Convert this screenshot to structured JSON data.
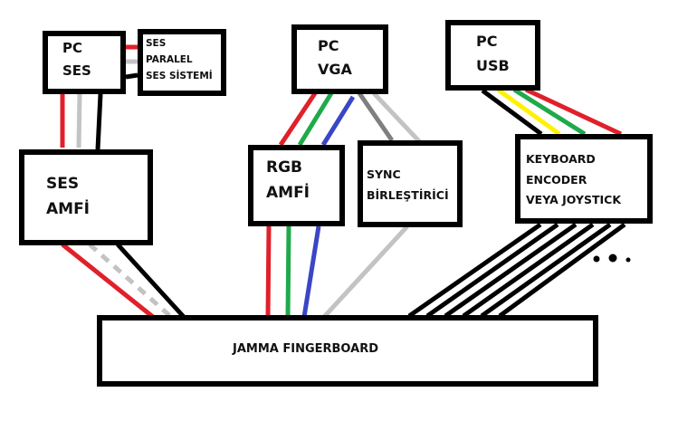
{
  "colors": {
    "red": "#e0202a",
    "gray": "#c3c3c3",
    "dark_gray": "#7f7f7f",
    "black": "#000000",
    "green": "#1faa4a",
    "blue": "#3a46c6",
    "yellow": "#fff200"
  },
  "nodes": {
    "pc_ses": {
      "line1": "PC",
      "line2": "SES"
    },
    "ses_paralel": {
      "line1": "SES",
      "line2": "PARALEL",
      "line3": "SES SİSTEMİ"
    },
    "ses_amfi": {
      "line1": "SES",
      "line2": "AMFİ"
    },
    "pc_vga": {
      "line1": "PC",
      "line2": "VGA"
    },
    "rgb_amfi": {
      "line1": "RGB",
      "line2": "AMFİ"
    },
    "sync": {
      "line1": "SYNC",
      "line2": "BİRLEŞTİRİCİ"
    },
    "pc_usb": {
      "line1": "PC",
      "line2": "USB"
    },
    "keyboard": {
      "line1": "KEYBOARD",
      "line2": "ENCODER",
      "line3": "VEYA JOYSTICK"
    },
    "jamma": {
      "label": "JAMMA FINGERBOARD"
    }
  },
  "connections": [
    {
      "from": "pc_ses",
      "to": "ses_paralel",
      "wires": [
        "red",
        "gray",
        "black"
      ]
    },
    {
      "from": "pc_ses",
      "to": "ses_amfi",
      "wires": [
        "red",
        "gray",
        "black"
      ]
    },
    {
      "from": "ses_amfi",
      "to": "jamma",
      "wires": [
        "red",
        "gray-dashed",
        "black"
      ]
    },
    {
      "from": "pc_vga",
      "to": "rgb_amfi",
      "wires": [
        "red",
        "green",
        "blue"
      ]
    },
    {
      "from": "pc_vga",
      "to": "sync",
      "wires": [
        "dark_gray",
        "gray"
      ]
    },
    {
      "from": "rgb_amfi",
      "to": "jamma",
      "wires": [
        "red",
        "green",
        "blue"
      ]
    },
    {
      "from": "sync",
      "to": "jamma",
      "wires": [
        "gray"
      ]
    },
    {
      "from": "pc_usb",
      "to": "keyboard",
      "wires": [
        "black",
        "yellow",
        "green",
        "red"
      ]
    },
    {
      "from": "keyboard",
      "to": "jamma",
      "wires": [
        "black",
        "black",
        "black",
        "black",
        "black",
        "black"
      ]
    }
  ],
  "ellipsis": "..."
}
